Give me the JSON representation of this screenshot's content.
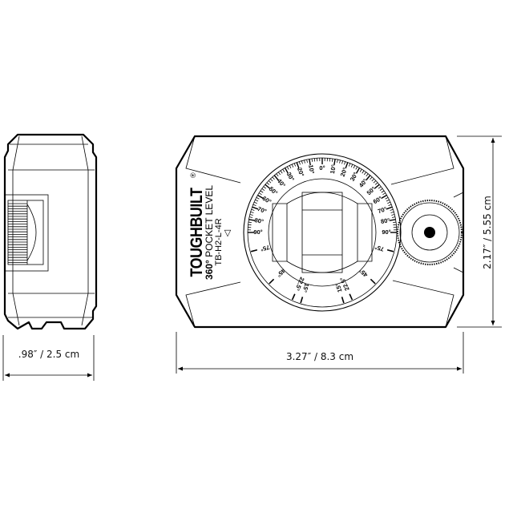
{
  "brand": {
    "name": "TOUGHBUILT",
    "registered": "®"
  },
  "product": {
    "title_bold": "360°",
    "title_rest": " POCKET LEVEL",
    "model": "TB-H2-L-4R"
  },
  "dimensions": {
    "depth": ".98″  /  2.5 cm",
    "width": "3.27″  /  8.3 cm",
    "height": "2.17″  /  5.55 cm"
  },
  "dial": {
    "top_labels": [
      "0°",
      "10°",
      "20°",
      "30°",
      "40°",
      "50°",
      "60°",
      "70°",
      "80°",
      "90°"
    ],
    "lower_labels": [
      "75°",
      "45°",
      "22.5°",
      "15°"
    ],
    "pointer": "▽"
  },
  "colors": {
    "line": "#000000",
    "background": "#ffffff"
  }
}
